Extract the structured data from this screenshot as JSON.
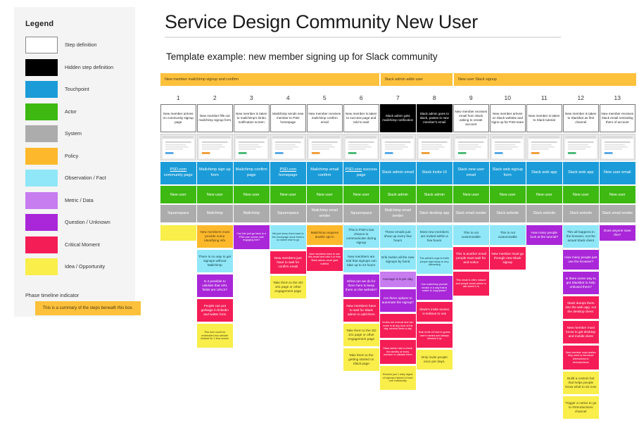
{
  "header": {
    "title": "Service Design Community New User",
    "subtitle": "Template example:  new member signing up for Slack community"
  },
  "legend": {
    "title": "Legend",
    "items": [
      {
        "label": "Step definition",
        "color": "#ffffff"
      },
      {
        "label": "Hidden step definition",
        "color": "#000000"
      },
      {
        "label": "Touchpoint",
        "color": "#1B9CD8"
      },
      {
        "label": "Actor",
        "color": "#3DB911"
      },
      {
        "label": "System",
        "color": "#ACACAC"
      },
      {
        "label": "Policy",
        "color": "#FDB92B"
      },
      {
        "label": "Observation / Fact",
        "color": "#90E7F7"
      },
      {
        "label": "Metric / Data",
        "color": "#C77CF0"
      },
      {
        "label": "Question / Unknown",
        "color": "#A927D8"
      },
      {
        "label": "Critical Moment",
        "color": "#F51D56"
      },
      {
        "label": "Idea / Opportunity",
        "color": "#F9EE4A"
      }
    ],
    "phase_indicator_title": "Phase timeline indicator",
    "phase_indicator_text": "This is a summary of the steps beneath this box."
  },
  "phases": [
    {
      "label": "New member mailchimp signup and confirm",
      "span": 6
    },
    {
      "label": "Slack admin adds user",
      "span": 2
    },
    {
      "label": "New user Slack signup",
      "span": 5
    }
  ],
  "columns": [
    {
      "number": "1",
      "step": "New member arrives on community signup page",
      "hidden": false,
      "screenshot": "community-signup-page-thumbnail",
      "touchpoint": "PSD.com community page",
      "touchpoint_underline": "PSD.com",
      "actor": "New user",
      "system": "Squarespace",
      "notes": [
        {
          "type": "idea",
          "text": ""
        }
      ]
    },
    {
      "number": "2",
      "step": "New member fills out mailchimp signup form",
      "hidden": false,
      "screenshot": "mailchimp-signup-form-thumbnail",
      "touchpoint": "Mailchimp sign up form",
      "touchpoint_underline": "",
      "actor": "New user",
      "system": "Mailchimp",
      "notes": [
        {
          "type": "policy",
          "text": "New members must provide some identifying info"
        },
        {
          "type": "obs",
          "text": "There is no way to get signups without Mailchimp"
        },
        {
          "type": "question",
          "text": "Is it possible to validate that URL fields are URLS?"
        },
        {
          "type": "critical",
          "text": "People can put garbage in linkedin and twitter form"
        },
        {
          "type": "idea",
          "text": "This form could be embedded into website instead for 1 less screen"
        }
      ]
    },
    {
      "number": "3",
      "step": "New member is taken to mailchimp's limbo notification screen",
      "hidden": false,
      "screenshot": "mailchimp-limbo-screen-thumbnail",
      "touchpoint": "Mailchimp confirm page",
      "touchpoint_underline": "",
      "actor": "New user",
      "system": "Mailchimp",
      "notes": [
        {
          "type": "question",
          "text": "Can this just go back to a PSD.com screen with engaging info?"
        }
      ]
    },
    {
      "number": "4",
      "step": "Mailchimp sends new member to PSD homepage",
      "hidden": false,
      "screenshot": "psd-homepage-thumbnail",
      "touchpoint": "PSD.com homepage",
      "touchpoint_underline": "PSD.com",
      "actor": "New user",
      "system": "Squarespace",
      "notes": [
        {
          "type": "obs",
          "text": "We just dump them back to the homepage since there's no where else to go"
        },
        {
          "type": "critical",
          "text": "New members just have to wait for confirm email"
        },
        {
          "type": "idea",
          "text": "Take them to the SD 101 page or other engagement page"
        }
      ]
    },
    {
      "number": "5",
      "step": "New member receives mailchimp confirm email",
      "hidden": false,
      "screenshot": "mailchimp-confirm-email-thumbnail",
      "touchpoint": "Mailchimp email confirm",
      "touchpoint_underline": "",
      "actor": "New user",
      "system": "Mailchimp email sender",
      "notes": [
        {
          "type": "policy",
          "text": "Mailchimp requires double opt-in"
        },
        {
          "type": "critical",
          "text": "New members have to see this email and click it or else Slack admin never gets notified"
        }
      ]
    },
    {
      "number": "6",
      "step": "New member is taken to success page and told to wait",
      "hidden": false,
      "screenshot": "psd-success-page-thumbnail",
      "touchpoint": "PSD.com success page",
      "touchpoint_underline": "PSD.com",
      "actor": "New user",
      "system": "Squarespace",
      "notes": [
        {
          "type": "obs",
          "text": "This is PSD's last chance to communicate during signup"
        },
        {
          "type": "obs",
          "text": "New members are told that signups can take up to 24 hours"
        },
        {
          "type": "question",
          "text": "What can we do for them here to keep them on the website?"
        },
        {
          "type": "critical",
          "text": "New members have to wait for Slack admin to add them"
        },
        {
          "type": "idea",
          "text": "Take them to the SD 101 page or other engagement page"
        },
        {
          "type": "idea",
          "text": "Take them to the getting started on Slack page"
        }
      ]
    },
    {
      "number": "7",
      "step": "Slack admin gets mailchimp notification",
      "hidden": true,
      "screenshot": "mailchimp-notification-thumbnail",
      "touchpoint": "Slack admin email",
      "touchpoint_underline": "",
      "actor": "Slack admin",
      "system": "Mailchimp email sender",
      "notes": [
        {
          "type": "obs",
          "text": "These emails just show up every few hours"
        },
        {
          "type": "obs",
          "text": "Erik invites all the new signups by hand"
        },
        {
          "type": "metric",
          "text": "Average is 5 per day"
        },
        {
          "type": "question",
          "text": "Are there options to automate the signup?"
        },
        {
          "type": "critical",
          "text": "Invites are manual and can come in at any hour of the day, several times a day"
        },
        {
          "type": "critical",
          "text": "Slack admin has to check the identity of every member to validate them"
        },
        {
          "type": "idea",
          "text": "Receive just 1 daily digest of signups instead of each one individually"
        }
      ]
    },
    {
      "number": "8",
      "step": "Slack admin goes to slack, pastes in new member's email",
      "hidden": true,
      "screenshot": "slack-invite-ui-thumbnail",
      "touchpoint": "Slack invite UI",
      "touchpoint_underline": "",
      "actor": "Slack admin",
      "system": "Slack desktop app",
      "notes": [
        {
          "type": "obs",
          "text": "Most new members are invited within a few hours"
        },
        {
          "type": "obs",
          "text": "The admin's urge to invite people right away is very distracting"
        },
        {
          "type": "question",
          "text": "Can mailchimp provide emails in a way that is easier to copy/paste?"
        },
        {
          "type": "critical",
          "text": "Slack's invite screen is tedious to use"
        },
        {
          "type": "critical",
          "text": "Bulk invite UI tries to guess user's names and always messes it up"
        },
        {
          "type": "idea",
          "text": "Only invite people once per days."
        }
      ]
    },
    {
      "number": "9",
      "step": "New member receives email from Slack asking to create account",
      "hidden": false,
      "screenshot": "slack-new-user-email-thumbnail",
      "touchpoint": "Slack new user email",
      "touchpoint_underline": "",
      "actor": "New user",
      "system": "Slack email sender",
      "notes": [
        {
          "type": "obs",
          "text": "This is not customizable"
        },
        {
          "type": "critical",
          "text": "This is another email people must wait for and notice"
        },
        {
          "type": "critical",
          "text": "This email is often missed and people email admin to ask where it is"
        }
      ]
    },
    {
      "number": "10",
      "step": "New member arrives on Slack website and signs up for PSD team",
      "hidden": false,
      "screenshot": "slack-web-signup-form-thumbnail",
      "touchpoint": "Slack web signup form",
      "touchpoint_underline": "",
      "actor": "New user",
      "system": "Slack website",
      "notes": [
        {
          "type": "obs",
          "text": "This is not customizable"
        },
        {
          "type": "critical",
          "text": "New member must go through new Slack signup"
        }
      ]
    },
    {
      "number": "11",
      "step": "New member is taken to Slack tutorial",
      "hidden": false,
      "screenshot": "slack-tutorial-thumbnail",
      "touchpoint": "Slack web app",
      "touchpoint_underline": "",
      "actor": "New user",
      "system": "Slack website",
      "notes": [
        {
          "type": "question",
          "text": "How many people look at the tutorial?"
        }
      ]
    },
    {
      "number": "12",
      "step": "New member is taken to Slackbot as first channel",
      "hidden": false,
      "screenshot": "slackbot-channel-thumbnail",
      "touchpoint": "Slack web app",
      "touchpoint_underline": "",
      "actor": "New user",
      "system": "Slack website",
      "notes": [
        {
          "type": "obs",
          "text": "This all happens in the browser, not the actual Slack client"
        },
        {
          "type": "question",
          "text": "How many people just use the browser?"
        },
        {
          "type": "question",
          "text": "Is there some way to get Slackbot to help onboard them?"
        },
        {
          "type": "critical",
          "text": "Slack dumps them into the web app, not the desktop client."
        },
        {
          "type": "critical",
          "text": "New member must know to get desktop and mobile client"
        },
        {
          "type": "critical",
          "text": "New member must realize they need to introduce themselves in #introductions"
        },
        {
          "type": "idea",
          "text": "Build a custom bot that helps people know what to do now"
        },
        {
          "type": "idea",
          "text": "Trigger a notice to go to #introductions channel"
        }
      ]
    },
    {
      "number": "13",
      "step": "New member receives Slack email reminding them of account",
      "hidden": false,
      "screenshot": "slack-reminder-email-thumbnail",
      "touchpoint": "New user email",
      "touchpoint_underline": "",
      "actor": "New user",
      "system": "Slack email sender",
      "notes": [
        {
          "type": "question",
          "text": "Does anyone save this?"
        }
      ]
    }
  ]
}
